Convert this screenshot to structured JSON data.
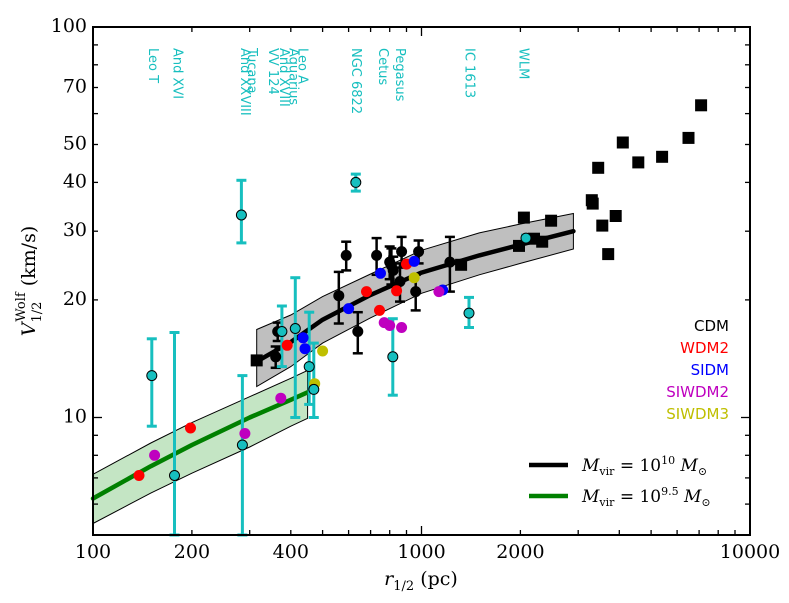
{
  "chart_data": {
    "type": "scatter",
    "title": "",
    "xlabel": "r_{1/2} (pc)",
    "ylabel": "V^{Wolf}_{1/2} (km/s)",
    "x_scale": "log",
    "y_scale": "log",
    "xlim": [
      100,
      10000
    ],
    "ylim": [
      5,
      100
    ],
    "x_ticks": [
      100,
      200,
      400,
      1000,
      2000,
      10000
    ],
    "y_ticks": [
      10,
      20,
      30,
      40,
      50,
      70,
      100
    ],
    "grid": false,
    "colors": {
      "cdm": "#000000",
      "wdm2": "#ff0000",
      "sidm": "#0000ff",
      "siwdm2": "#bf00bf",
      "siwdm3": "#bfbf00",
      "obs": "#17bfbf",
      "band_high": "#7f7f7f",
      "band_low": "#2ca02c"
    },
    "galaxy_labels": [
      {
        "text": "Leo T",
        "x": 152
      },
      {
        "text": "And XVI",
        "x": 180
      },
      {
        "text": "And XXVIII",
        "x": 289
      },
      {
        "text": "Tucana",
        "x": 304
      },
      {
        "text": "VV 124",
        "x": 352
      },
      {
        "text": "And XVIII",
        "x": 380
      },
      {
        "text": "Aquarius",
        "x": 406
      },
      {
        "text": "Leo A",
        "x": 433
      },
      {
        "text": "NGC 6822",
        "x": 630
      },
      {
        "text": "Cetus",
        "x": 760
      },
      {
        "text": "Pegasus",
        "x": 858
      },
      {
        "text": "IC 1613",
        "x": 1395
      },
      {
        "text": "WLM",
        "x": 2040
      }
    ],
    "legend": {
      "placement": "lower-right",
      "lines": [
        {
          "label": "M_vir = 10^10 M_sun",
          "base": "M",
          "sub": "vir",
          "eq": " = 10",
          "exp": "10",
          "tail": "M",
          "sym": "⊙",
          "color": "#000000"
        },
        {
          "label": "M_vir = 10^9.5 M_sun",
          "base": "M",
          "sub": "vir",
          "eq": " = 10",
          "exp": "9.5",
          "tail": "M",
          "sym": "⊙",
          "color": "#008000"
        }
      ],
      "models": [
        {
          "label": "CDM",
          "color": "#000000"
        },
        {
          "label": "WDM2",
          "color": "#ff0000"
        },
        {
          "label": "SIDM",
          "color": "#0000ff"
        },
        {
          "label": "SIWDM2",
          "color": "#bf00bf"
        },
        {
          "label": "SIWDM3",
          "color": "#bfbf00"
        }
      ]
    },
    "curves": [
      {
        "name": "M_vir = 10^10 M_sun",
        "color": "#000000",
        "x": [
          315,
          400,
          500,
          700,
          1000,
          1500,
          2000,
          2900
        ],
        "y": [
          13.9,
          15.6,
          17.8,
          20.6,
          23.5,
          26.0,
          27.7,
          30.0
        ],
        "band_low": [
          12.0,
          13.5,
          15.5,
          18.0,
          20.8,
          23.2,
          24.8,
          27.0
        ],
        "band_high": [
          16.8,
          18.3,
          20.4,
          23.3,
          26.8,
          29.7,
          31.3,
          33.3
        ]
      },
      {
        "name": "M_vir = 10^9.5 M_sun",
        "color": "#008000",
        "x": [
          100,
          150,
          200,
          300,
          400,
          450
        ],
        "y": [
          6.2,
          7.5,
          8.5,
          10.0,
          11.1,
          11.6
        ],
        "band_low": [
          5.35,
          6.4,
          7.2,
          8.4,
          9.5,
          9.95
        ],
        "band_high": [
          7.15,
          8.6,
          9.7,
          11.3,
          12.6,
          13.2
        ]
      }
    ],
    "series": [
      {
        "name": "CDM",
        "marker": "circle",
        "color": "#000000",
        "points": [
          {
            "x": 360,
            "y": 14.3,
            "e": 0.9
          },
          {
            "x": 365,
            "y": 16.6,
            "e": 0.9
          },
          {
            "x": 560,
            "y": 20.5,
            "e": 3.1
          },
          {
            "x": 590,
            "y": 26.0,
            "e": 2.2
          },
          {
            "x": 640,
            "y": 16.6,
            "e": 2.0
          },
          {
            "x": 730,
            "y": 26.0,
            "e": 2.8
          },
          {
            "x": 800,
            "y": 25.0,
            "e": 2.4
          },
          {
            "x": 810,
            "y": 24.5,
            "e": 2.6
          },
          {
            "x": 820,
            "y": 23.8,
            "e": 2.0
          },
          {
            "x": 870,
            "y": 26.6,
            "e": 2.4
          },
          {
            "x": 860,
            "y": 22.3,
            "e": 2.5
          },
          {
            "x": 960,
            "y": 21.0,
            "e": 2.2
          },
          {
            "x": 980,
            "y": 26.6,
            "e": 1.8
          },
          {
            "x": 1220,
            "y": 25.0,
            "e": 4.0
          }
        ]
      },
      {
        "name": "CDM (large)",
        "marker": "square",
        "color": "#000000",
        "points": [
          {
            "x": 315,
            "y": 14.0
          },
          {
            "x": 1320,
            "y": 24.6
          },
          {
            "x": 1980,
            "y": 27.5
          },
          {
            "x": 2050,
            "y": 32.5
          },
          {
            "x": 2200,
            "y": 28.7
          },
          {
            "x": 2330,
            "y": 28.2
          },
          {
            "x": 2480,
            "y": 31.9
          },
          {
            "x": 3300,
            "y": 36.0
          },
          {
            "x": 3320,
            "y": 35.3
          },
          {
            "x": 3450,
            "y": 43.6
          },
          {
            "x": 3550,
            "y": 31.0
          },
          {
            "x": 3700,
            "y": 26.2
          },
          {
            "x": 3900,
            "y": 32.8
          },
          {
            "x": 4100,
            "y": 50.6
          },
          {
            "x": 4570,
            "y": 45.0
          },
          {
            "x": 5400,
            "y": 46.5
          },
          {
            "x": 6500,
            "y": 52.0
          },
          {
            "x": 7100,
            "y": 63.0
          }
        ]
      },
      {
        "name": "WDM2",
        "marker": "circle",
        "color": "#ff0000",
        "points": [
          {
            "x": 138,
            "y": 7.1
          },
          {
            "x": 198,
            "y": 9.4
          },
          {
            "x": 390,
            "y": 15.3
          },
          {
            "x": 680,
            "y": 21.0
          },
          {
            "x": 745,
            "y": 18.8
          },
          {
            "x": 840,
            "y": 21.1
          },
          {
            "x": 900,
            "y": 24.7
          }
        ]
      },
      {
        "name": "SIDM",
        "marker": "circle",
        "color": "#0000ff",
        "points": [
          {
            "x": 436,
            "y": 16.0
          },
          {
            "x": 442,
            "y": 15.0
          },
          {
            "x": 600,
            "y": 19.0
          },
          {
            "x": 750,
            "y": 23.4
          },
          {
            "x": 950,
            "y": 25.1
          },
          {
            "x": 1160,
            "y": 21.2
          }
        ]
      },
      {
        "name": "SIWDM2",
        "marker": "circle",
        "color": "#bf00bf",
        "points": [
          {
            "x": 154,
            "y": 8.0
          },
          {
            "x": 290,
            "y": 9.1
          },
          {
            "x": 373,
            "y": 11.2
          },
          {
            "x": 770,
            "y": 17.5
          },
          {
            "x": 800,
            "y": 17.2
          },
          {
            "x": 870,
            "y": 17.0
          },
          {
            "x": 1130,
            "y": 21.0
          }
        ]
      },
      {
        "name": "SIWDM3",
        "marker": "circle",
        "color": "#bfbf00",
        "points": [
          {
            "x": 473,
            "y": 12.2
          },
          {
            "x": 500,
            "y": 14.8
          },
          {
            "x": 950,
            "y": 22.8
          }
        ]
      },
      {
        "name": "Observed",
        "marker": "circle",
        "color": "#17bfbf",
        "points": [
          {
            "x": 151,
            "y": 12.8,
            "lo": 9.5,
            "hi": 15.9
          },
          {
            "x": 177,
            "y": 7.1,
            "lo": 5.0,
            "hi": 16.5
          },
          {
            "x": 283,
            "y": 33.0,
            "lo": 28.0,
            "hi": 40.5
          },
          {
            "x": 285,
            "y": 8.5,
            "lo": 5.0,
            "hi": 12.8
          },
          {
            "x": 376,
            "y": 16.6,
            "lo": 13.5,
            "hi": 19.3
          },
          {
            "x": 413,
            "y": 16.9,
            "lo": 10.0,
            "hi": 22.8
          },
          {
            "x": 455,
            "y": 13.5,
            "lo": 10.8,
            "hi": 18.6
          },
          {
            "x": 470,
            "y": 11.8,
            "lo": 10.0,
            "hi": 15.5
          },
          {
            "x": 631,
            "y": 40.0,
            "lo": 38.0,
            "hi": 42.0
          },
          {
            "x": 818,
            "y": 14.3,
            "lo": 11.4,
            "hi": 17.9
          },
          {
            "x": 1395,
            "y": 18.5,
            "lo": 17.0,
            "hi": 20.3
          },
          {
            "x": 2080,
            "y": 28.8,
            "lo": 28.3,
            "hi": 29.3
          }
        ]
      }
    ]
  }
}
